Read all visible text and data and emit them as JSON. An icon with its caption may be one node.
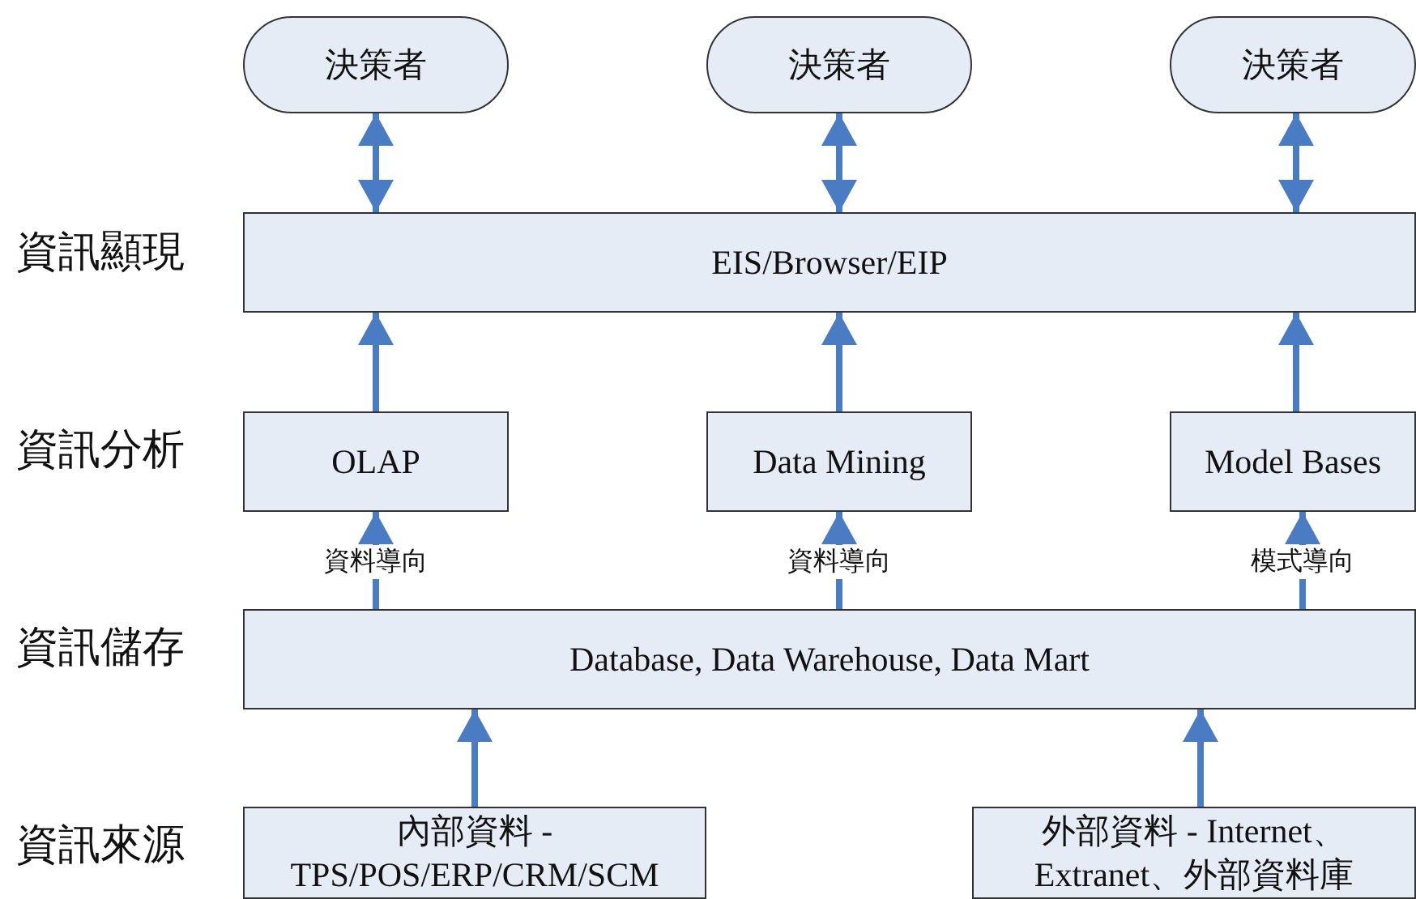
{
  "diagram": {
    "nodes": [
      {
        "text": [
          "決策者"
        ]
      },
      {
        "text": [
          "決策者"
        ]
      },
      {
        "text": [
          "決策者"
        ]
      },
      {
        "text": [
          "EIS/Browser/EIP"
        ]
      },
      {
        "text": [
          "OLAP"
        ]
      },
      {
        "text": [
          "Data Mining"
        ]
      },
      {
        "text": [
          "Model Bases"
        ]
      },
      {
        "text": [
          "Database, Data Warehouse, Data Mart"
        ]
      },
      {
        "text": [
          "內部資料 - TPS/POS/ERP/CRM/SCM"
        ]
      },
      {
        "text": [
          "外部資料 - Internet、Extranet、外部資料庫"
        ]
      }
    ],
    "edges": [
      {
        "from": 0,
        "to": 3,
        "arrow": "both"
      },
      {
        "from": 1,
        "to": 3,
        "arrow": "both"
      },
      {
        "from": 2,
        "to": 3,
        "arrow": "both"
      },
      {
        "from": 4,
        "to": 3,
        "arrow": "to"
      },
      {
        "from": 5,
        "to": 3,
        "arrow": "to"
      },
      {
        "from": 6,
        "to": 3,
        "arrow": "to"
      },
      {
        "from": 7,
        "to": 4,
        "arrow": "to",
        "label": "資料導向"
      },
      {
        "from": 7,
        "to": 5,
        "arrow": "to",
        "label": "資料導向"
      },
      {
        "from": 7,
        "to": 6,
        "arrow": "to",
        "label": "模式導向"
      },
      {
        "from": 8,
        "to": 7,
        "arrow": "to"
      },
      {
        "from": 9,
        "to": 7,
        "arrow": "to"
      }
    ],
    "labels": [
      "資訊顯現",
      "資訊分析",
      "資訊儲存",
      "資訊來源"
    ]
  }
}
